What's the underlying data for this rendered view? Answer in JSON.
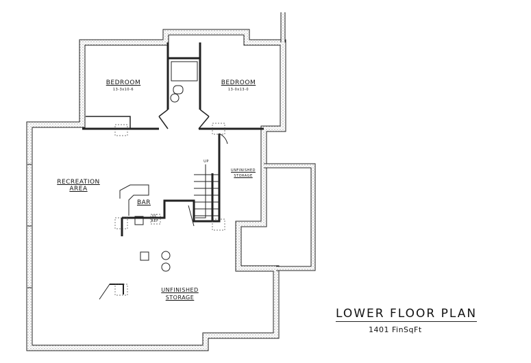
{
  "title": "LOWER FLOOR PLAN",
  "subtitle": "1401 FinSqFt",
  "rooms": {
    "bedroom_left": {
      "name": "BEDROOM",
      "dims": "13-3x10-6"
    },
    "bedroom_right": {
      "name": "BEDROOM",
      "dims": "13-0x13-0"
    },
    "recreation": {
      "name_line1": "RECREATION",
      "name_line2": "AREA"
    },
    "bar": {
      "name": "BAR",
      "appliance": "UC",
      "appliance2": "REF"
    },
    "storage_upper": {
      "line1": "UNFINISHED",
      "line2": "STORAGE"
    },
    "storage_lower": {
      "line1": "UNFINISHED",
      "line2": "STORAGE"
    },
    "stairs": {
      "label": "UP"
    }
  }
}
